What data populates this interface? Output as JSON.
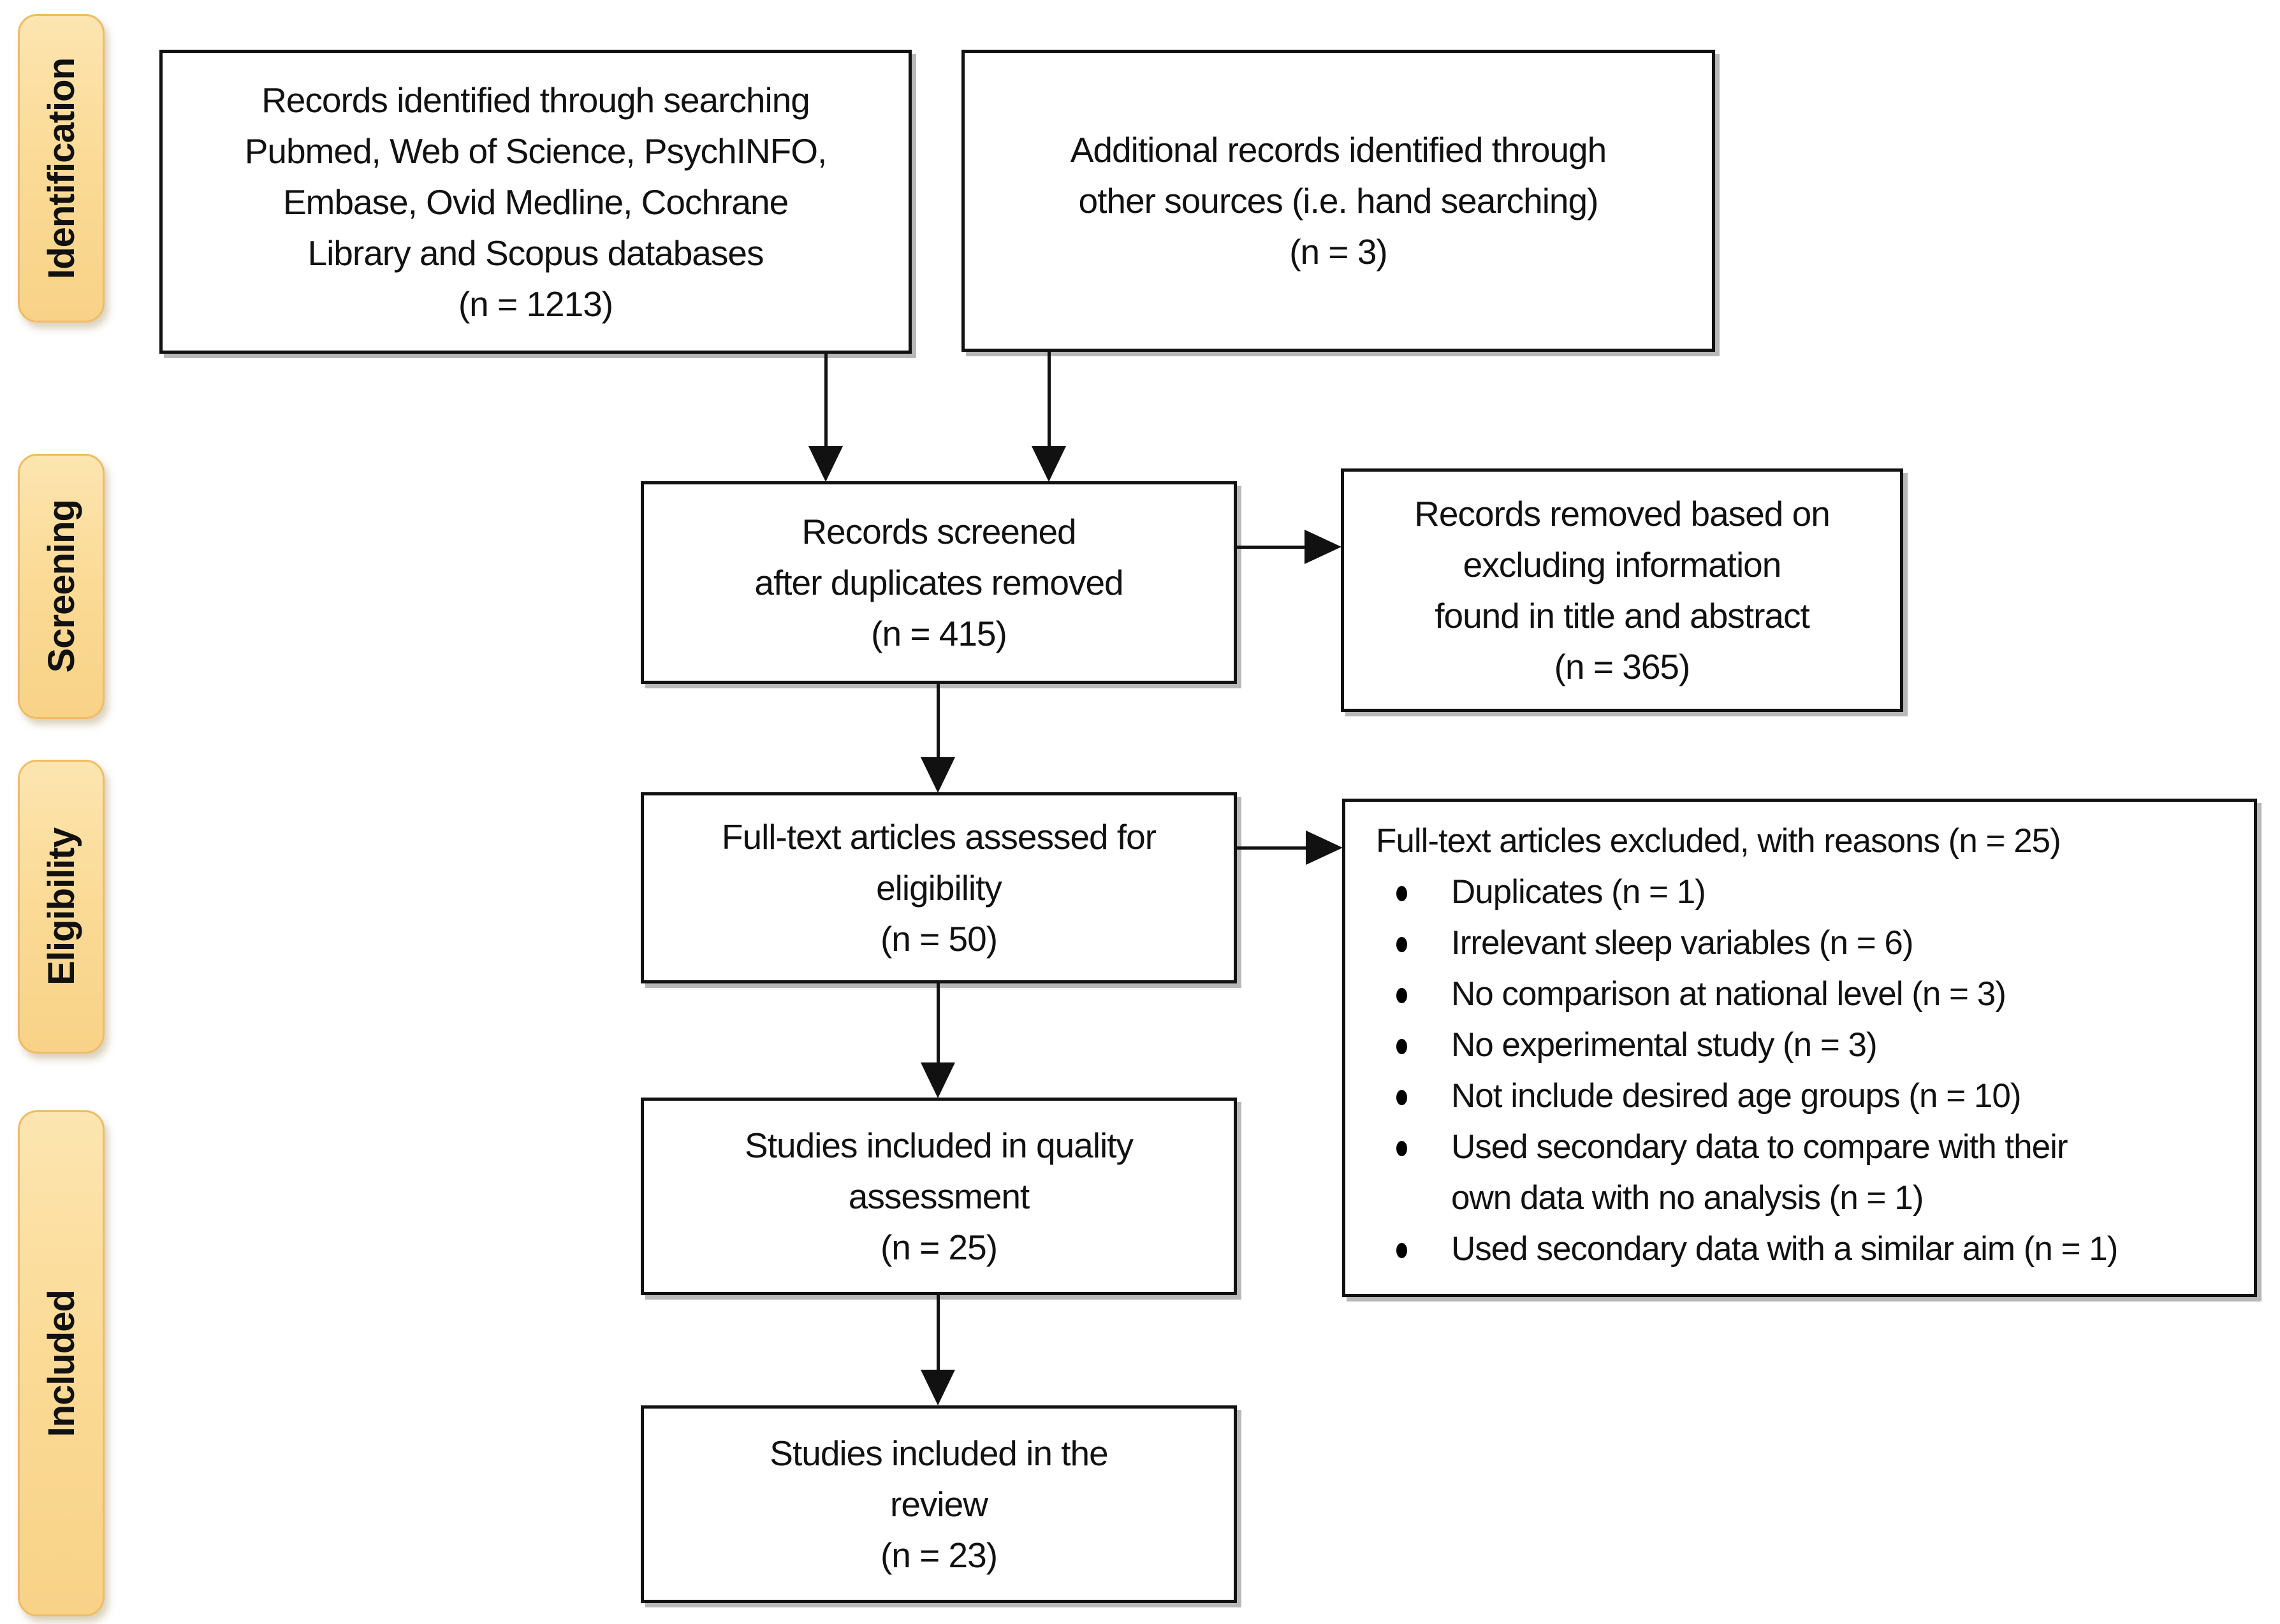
{
  "stages": [
    {
      "label": "Identification"
    },
    {
      "label": "Screening"
    },
    {
      "label": "Eligibility"
    },
    {
      "label": "Included"
    }
  ],
  "boxes": {
    "records_identified": "Records identified through searching\nPubmed, Web of Science, PsychINFO,\nEmbase, Ovid Medline, Cochrane\nLibrary and Scopus databases\n(n = 1213)",
    "additional_records": "Additional records identified through\nother sources (i.e. hand searching)\n(n = 3)",
    "records_screened": "Records screened\nafter duplicates removed\n(n = 415)",
    "records_removed": "Records removed based on\nexcluding information\nfound in title and abstract\n(n = 365)",
    "fulltext_assessed": "Full-text articles assessed for\neligibility\n(n = 50)",
    "quality_assessment": "Studies included in quality\nassessment\n(n = 25)",
    "included_review": "Studies included in the\nreview\n(n = 23)"
  },
  "excluded": {
    "title": "Full-text articles excluded, with reasons (n = 25)",
    "reasons": [
      "Duplicates (n = 1)",
      "Irrelevant sleep variables (n = 6)",
      "No comparison at national level (n = 3)",
      "No experimental study (n = 3)",
      "Not include desired age groups (n = 10)",
      "Used secondary data to compare with their\nown data with no analysis (n = 1)",
      "Used secondary data with a similar aim (n = 1)"
    ]
  },
  "colors": {
    "stage_fill": "#fbdc9c",
    "stage_border": "#eebc62",
    "box_border": "#111111",
    "box_fill": "#ffffff",
    "shadow": "#7d7d7d",
    "text": "#111111",
    "background": "#ffffff"
  }
}
